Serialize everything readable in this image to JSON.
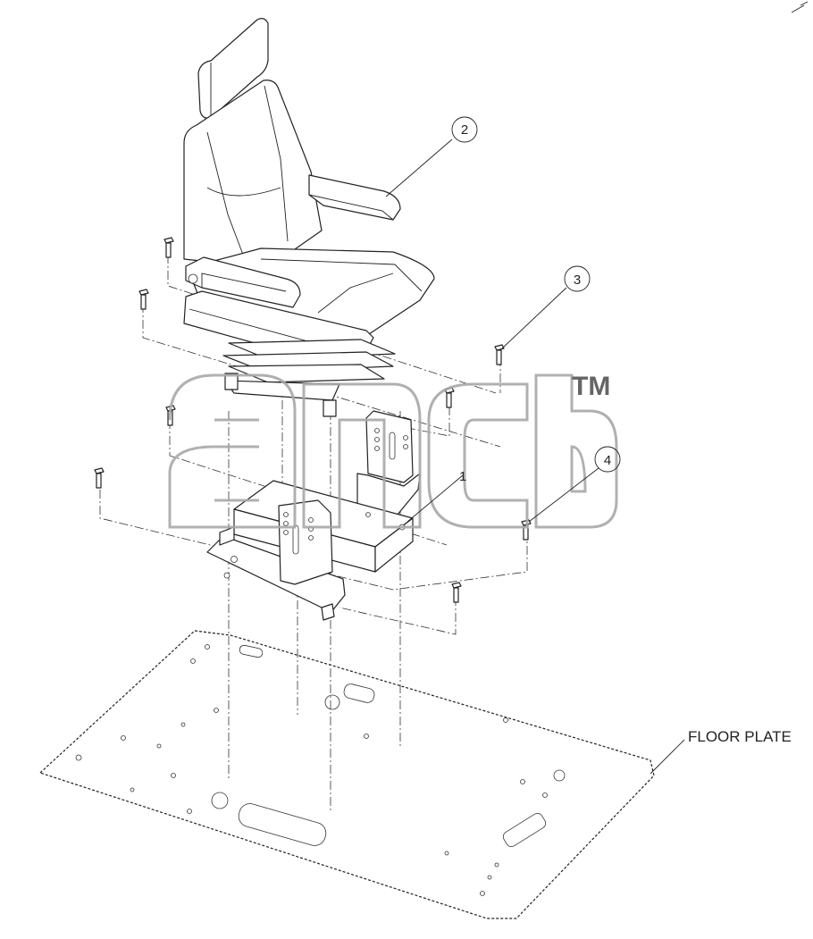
{
  "diagram": {
    "floor_plate_label": "FLOOR PLATE",
    "watermark_tm": "TM",
    "callouts": [
      "1",
      "2",
      "3",
      "4"
    ]
  },
  "colors": {
    "line": "#222222",
    "watermark": "#a8a8a8",
    "background": "#ffffff"
  }
}
